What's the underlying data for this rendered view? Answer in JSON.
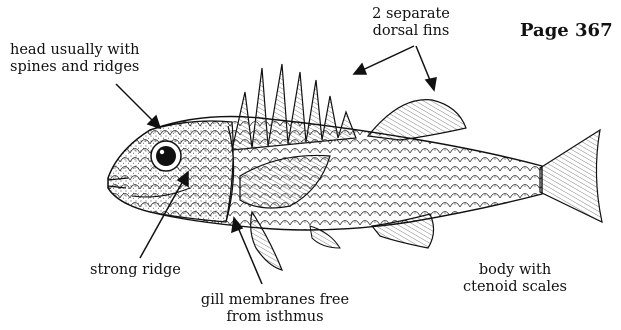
{
  "page": {
    "number": "Page 367"
  },
  "labels": {
    "head": [
      "head usually with",
      "spines and ridges"
    ],
    "dorsal": [
      "2 separate",
      "dorsal fins"
    ],
    "ridge": "strong ridge",
    "gill": [
      "gill membranes free",
      "from isthmus"
    ],
    "body": [
      "body with",
      "ctenoid scales"
    ]
  }
}
